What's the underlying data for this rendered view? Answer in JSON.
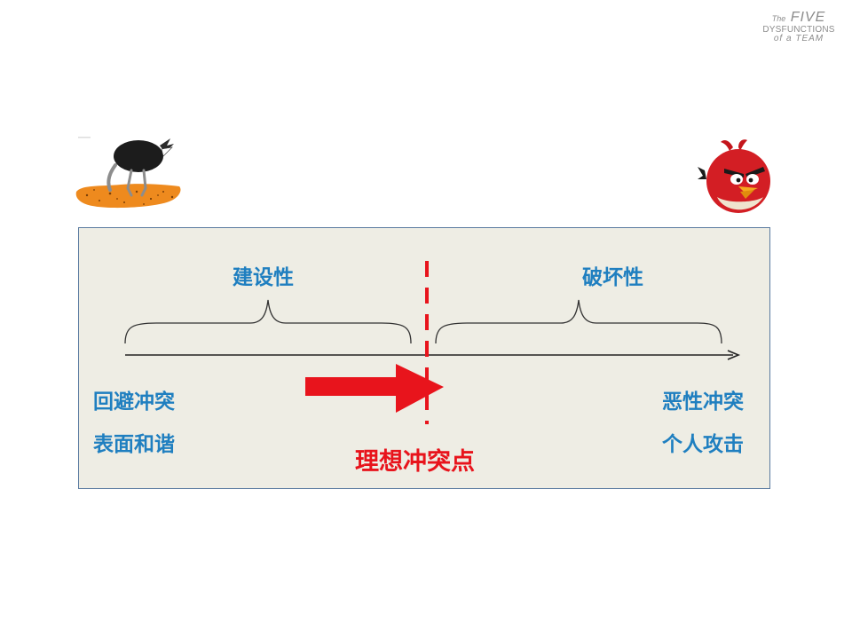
{
  "logo": {
    "the": "The",
    "five": "FIVE",
    "dysfunctions": "DYSFUNCTIONS",
    "of_a_team": "of a TEAM"
  },
  "diagram": {
    "brace_left_label": "建设性",
    "brace_right_label": "破坏性",
    "left_end_line1": "回避冲突",
    "left_end_line2": "表面和谐",
    "right_end_line1": "恶性冲突",
    "right_end_line2": "个人攻击",
    "ideal_point_label": "理想冲突点"
  },
  "colors": {
    "accent_red": "#e8141c",
    "text_blue": "#1f7fc0",
    "panel_bg": "#eeede4",
    "panel_border": "#5a7aa0"
  },
  "icons": [
    "ostrich-head-in-sand-icon",
    "angry-red-bird-icon"
  ]
}
